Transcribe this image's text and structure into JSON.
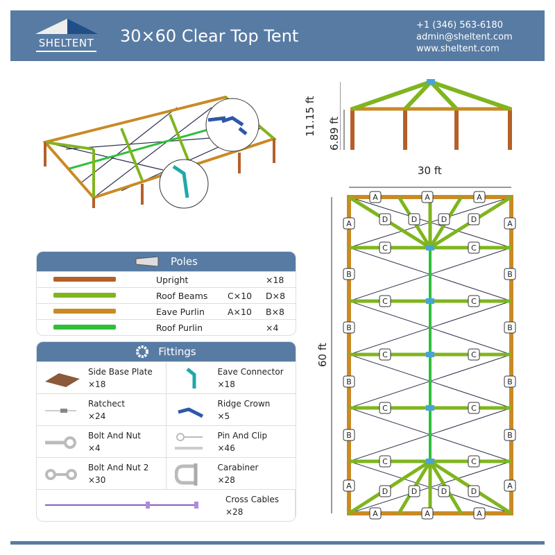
{
  "header": {
    "logo": "SHELTENT",
    "title": "30×60 Clear Top Tent",
    "phone": "+1 (346) 563-6180",
    "email": "admin@sheltent.com",
    "website": "www.sheltent.com"
  },
  "poles": {
    "title": "Poles",
    "items": [
      {
        "name": "Upright",
        "q1": "",
        "q2": "×18",
        "color": "#b5602a"
      },
      {
        "name": "Roof Beams",
        "q1": "C×10",
        "q2": "D×8",
        "color": "#7fb51e"
      },
      {
        "name": "Eave Purlin",
        "q1": "A×10",
        "q2": "B×8",
        "color": "#c98a25"
      },
      {
        "name": "Roof Purlin",
        "q1": "",
        "q2": "×4",
        "color": "#2fbf3a"
      }
    ]
  },
  "fittings": {
    "title": "Fittings",
    "items": [
      {
        "name": "Side Base Plate",
        "qty": "×18",
        "icon": "base-plate-icon"
      },
      {
        "name": "Eave Connector",
        "qty": "×18",
        "icon": "eave-connector-icon"
      },
      {
        "name": "Ratchect",
        "qty": "×24",
        "icon": "ratchet-icon"
      },
      {
        "name": "Ridge Crown",
        "qty": "×5",
        "icon": "ridge-crown-icon"
      },
      {
        "name": "Bolt And Nut",
        "qty": "×4",
        "icon": "bolt-icon"
      },
      {
        "name": "Pin And Clip",
        "qty": "×46",
        "icon": "pin-clip-icon"
      },
      {
        "name": "Bolt And Nut 2",
        "qty": "×30",
        "icon": "bolt2-icon"
      },
      {
        "name": "Carabiner",
        "qty": "×28",
        "icon": "carabiner-icon"
      },
      {
        "name": "Cross Cables",
        "qty": "×28",
        "icon": "cable-icon"
      }
    ]
  },
  "dimensions": {
    "total_height": "11.15 ft",
    "side_height": "6.89 ft",
    "width": "30 ft",
    "length": "60 ft"
  },
  "plan_labels": {
    "a": "A",
    "b": "B",
    "c": "C",
    "d": "D"
  }
}
